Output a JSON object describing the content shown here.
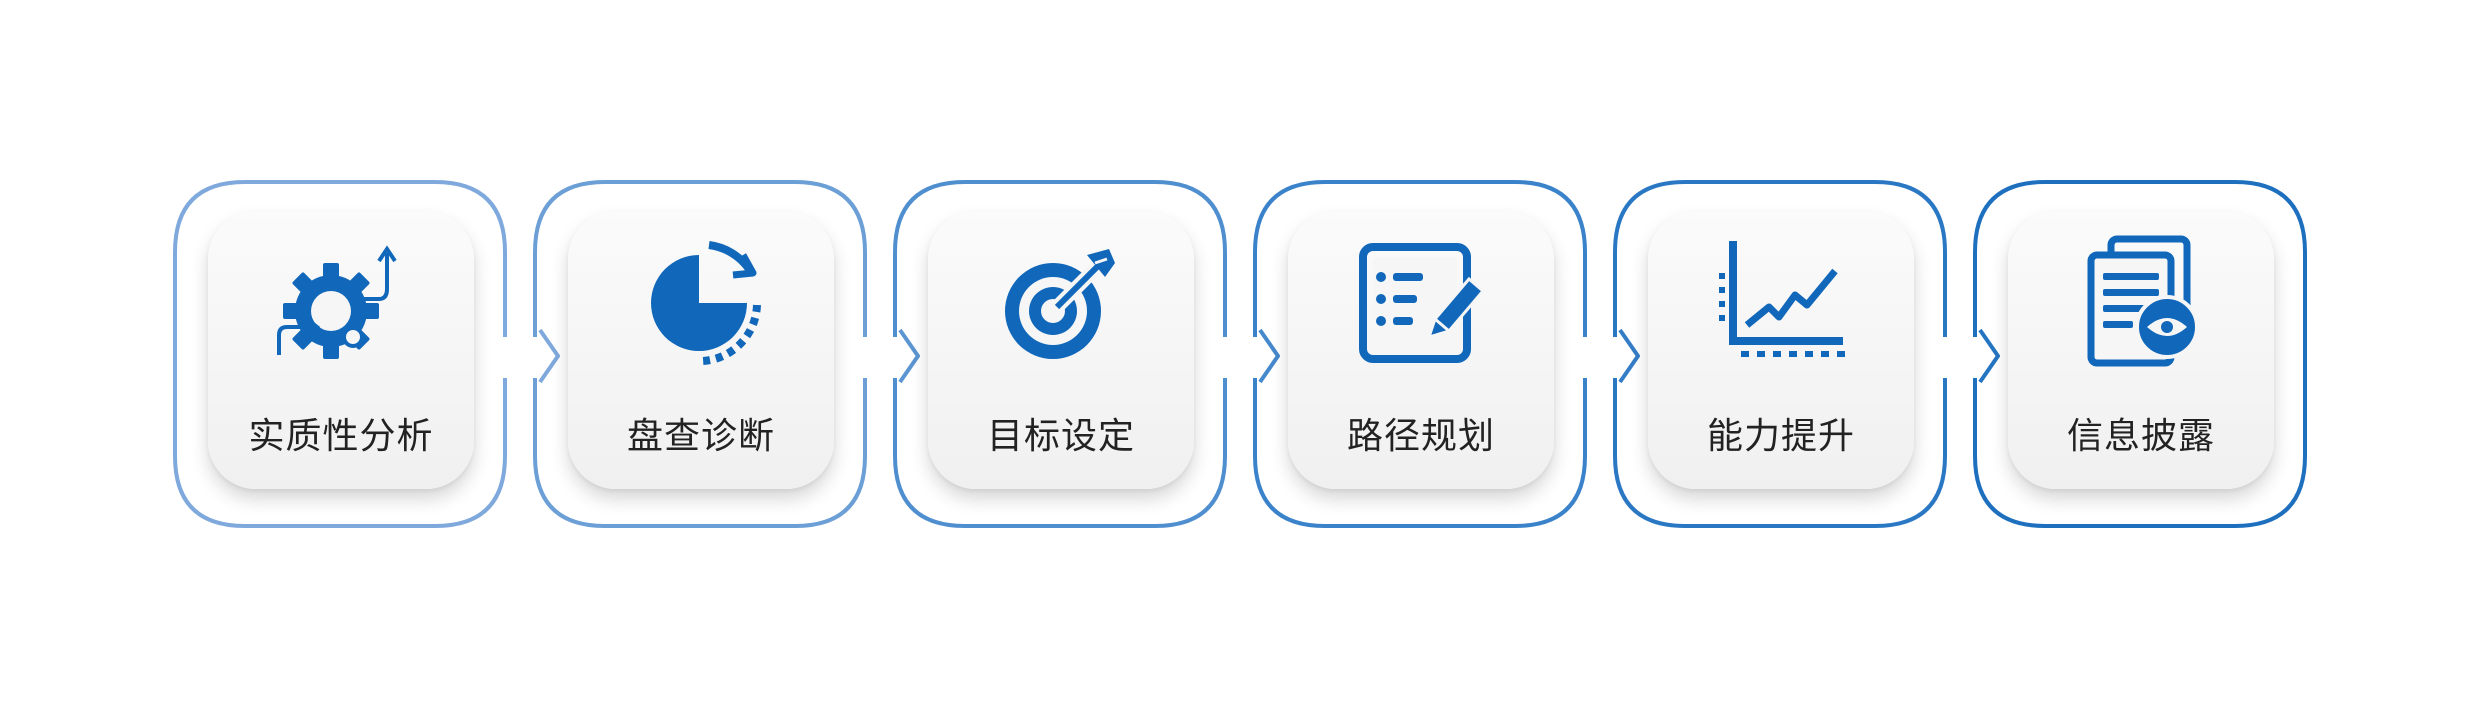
{
  "colors": {
    "primary": "#1167b9",
    "step_border": [
      "#7fa9dc",
      "#6b9fd6",
      "#4f8fcf",
      "#3a82c9",
      "#2a78c3",
      "#1e70bf"
    ]
  },
  "steps": [
    {
      "label": "实质性分析",
      "icon": "gear-arrows-icon"
    },
    {
      "label": "盘查诊断",
      "icon": "pie-refresh-icon"
    },
    {
      "label": "目标设定",
      "icon": "target-pen-icon"
    },
    {
      "label": "路径规划",
      "icon": "checklist-pencil-icon"
    },
    {
      "label": "能力提升",
      "icon": "growth-chart-icon"
    },
    {
      "label": "信息披露",
      "icon": "document-eye-icon"
    }
  ]
}
